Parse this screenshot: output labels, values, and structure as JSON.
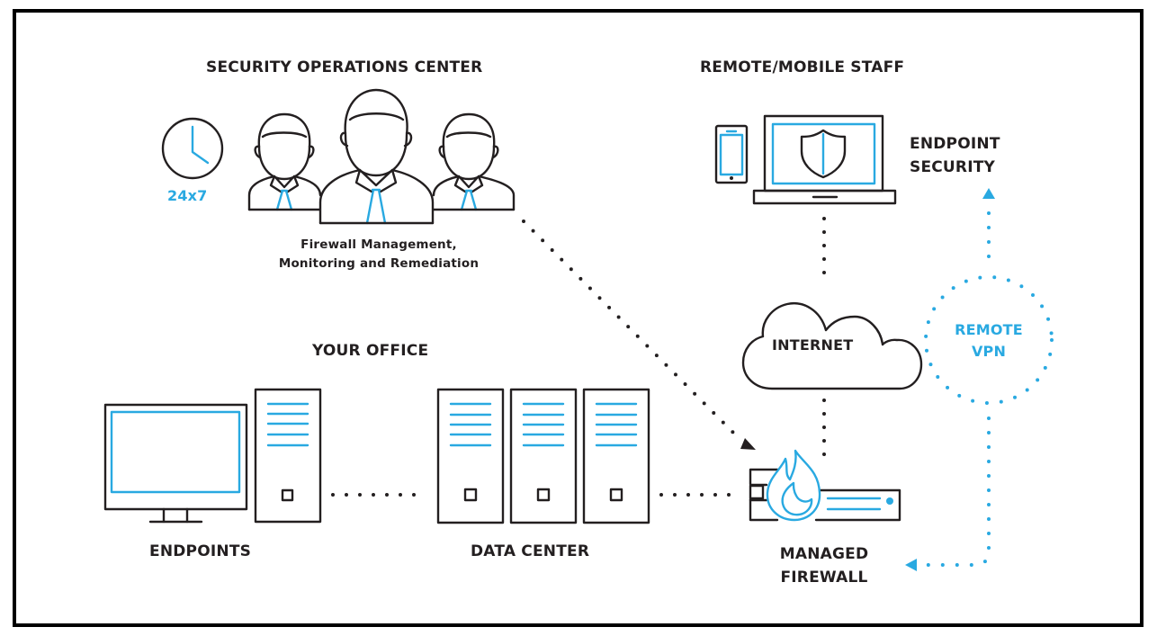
{
  "colors": {
    "accent": "#29A9E1",
    "line": "#231F20",
    "frame": "#000000",
    "background": "#FFFFFF"
  },
  "sections": {
    "soc": {
      "title": "SECURITY OPERATIONS CENTER",
      "clock_label": "24x7",
      "caption_line1": "Firewall Management,",
      "caption_line2": "Monitoring and Remediation",
      "icons": [
        "clock-icon",
        "analyst-person-icon",
        "lead-analyst-person-icon",
        "analyst-person-icon"
      ]
    },
    "remote": {
      "title": "REMOTE/MOBILE STAFF",
      "endpoint_label_line1": "ENDPOINT",
      "endpoint_label_line2": "SECURITY",
      "icons": [
        "smartphone-icon",
        "laptop-icon",
        "shield-icon"
      ]
    },
    "internet": {
      "label": "INTERNET",
      "icon": "cloud-icon"
    },
    "vpn": {
      "label_line1": "REMOTE",
      "label_line2": "VPN"
    },
    "office": {
      "title": "YOUR OFFICE",
      "endpoints_label": "ENDPOINTS",
      "datacenter_label": "DATA CENTER",
      "icons": [
        "desktop-monitor-icon",
        "tower-pc-icon",
        "server-icon",
        "server-icon",
        "server-icon"
      ]
    },
    "firewall": {
      "label_line1": "MANAGED",
      "label_line2": "FIREWALL",
      "icon": "firewall-flame-icon"
    }
  },
  "connections": [
    {
      "from": "soc",
      "to": "firewall",
      "style": "dotted",
      "color": "line",
      "arrow": "end"
    },
    {
      "from": "endpoints",
      "to": "datacenter",
      "style": "dotted",
      "color": "line",
      "arrow": "none"
    },
    {
      "from": "datacenter",
      "to": "firewall",
      "style": "dotted",
      "color": "line",
      "arrow": "none"
    },
    {
      "from": "firewall",
      "to": "internet",
      "style": "dotted",
      "color": "line",
      "arrow": "none"
    },
    {
      "from": "internet",
      "to": "laptop",
      "style": "dotted",
      "color": "line",
      "arrow": "none"
    },
    {
      "from": "vpn",
      "to": "endpoint-security",
      "style": "dotted",
      "color": "accent",
      "arrow": "end"
    },
    {
      "from": "vpn",
      "to": "firewall",
      "style": "dotted",
      "color": "accent",
      "arrow": "end"
    }
  ]
}
